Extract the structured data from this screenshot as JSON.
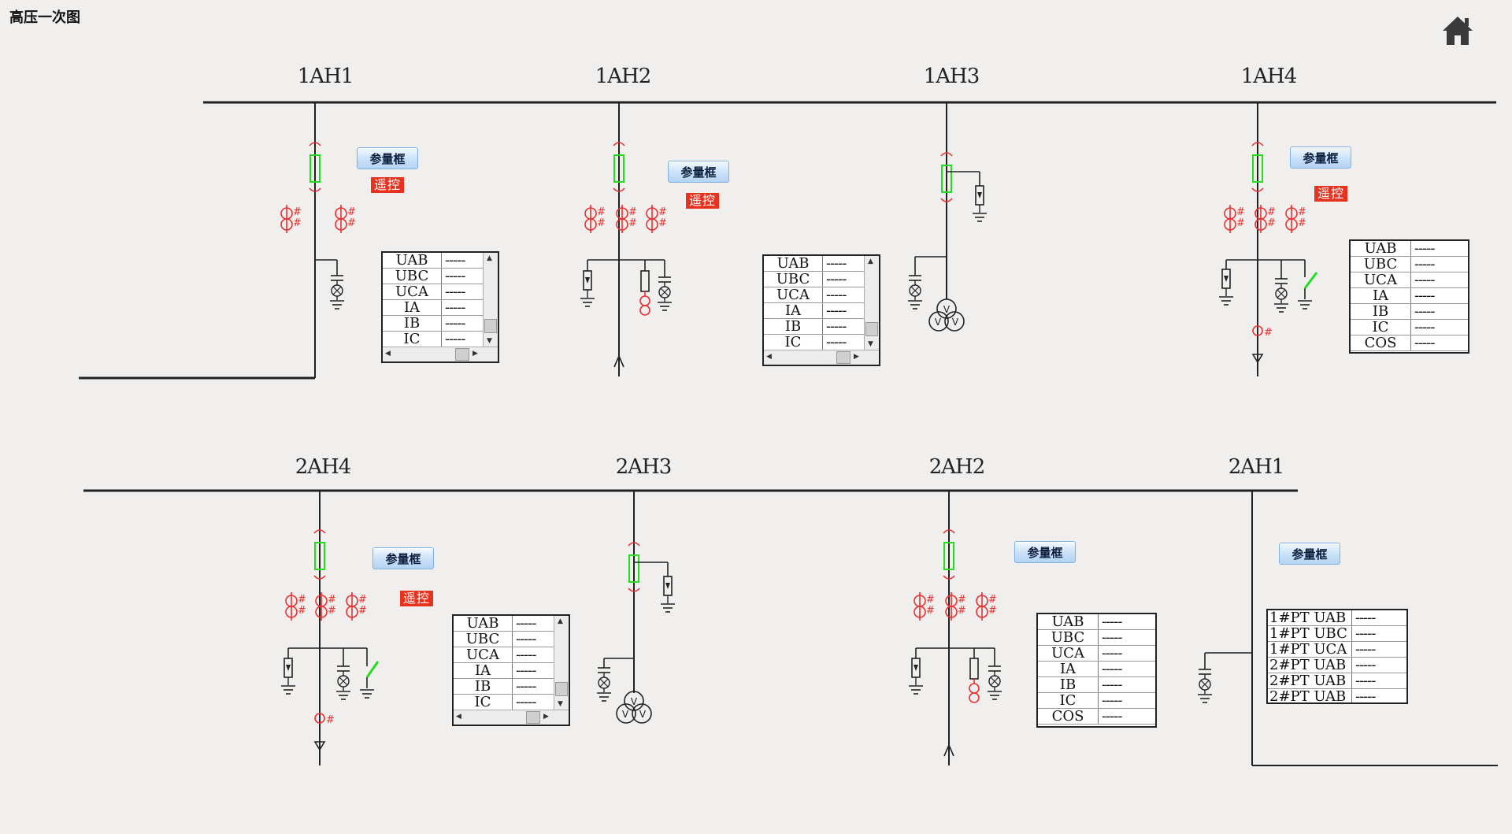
{
  "page": {
    "title": "高压一次图",
    "home_icon": "home-icon"
  },
  "buttons": {
    "param_label": "参量框",
    "remote_label": "遥控"
  },
  "panels": {
    "top": [
      "1AH1",
      "1AH2",
      "1AH3",
      "1AH4"
    ],
    "bottom": [
      "2AH4",
      "2AH3",
      "2AH2",
      "2AH1"
    ]
  },
  "tables": {
    "t1": {
      "rows": [
        {
          "k": "UAB",
          "v": "-----"
        },
        {
          "k": "UBC",
          "v": "-----"
        },
        {
          "k": "UCA",
          "v": "-----"
        },
        {
          "k": "IA",
          "v": "-----"
        },
        {
          "k": "IB",
          "v": "-----"
        },
        {
          "k": "IC",
          "v": "-----"
        }
      ]
    },
    "t2": {
      "rows": [
        {
          "k": "UAB",
          "v": "-----"
        },
        {
          "k": "UBC",
          "v": "-----"
        },
        {
          "k": "UCA",
          "v": "-----"
        },
        {
          "k": "IA",
          "v": "-----"
        },
        {
          "k": "IB",
          "v": "-----"
        },
        {
          "k": "IC",
          "v": "-----"
        }
      ]
    },
    "t3": {
      "rows": [
        {
          "k": "UAB",
          "v": "-----"
        },
        {
          "k": "UBC",
          "v": "-----"
        },
        {
          "k": "UCA",
          "v": "-----"
        },
        {
          "k": "IA",
          "v": "-----"
        },
        {
          "k": "IB",
          "v": "-----"
        },
        {
          "k": "IC",
          "v": "-----"
        },
        {
          "k": "COS",
          "v": "-----"
        }
      ]
    },
    "t4": {
      "rows": [
        {
          "k": "UAB",
          "v": "-----"
        },
        {
          "k": "UBC",
          "v": "-----"
        },
        {
          "k": "UCA",
          "v": "-----"
        },
        {
          "k": "IA",
          "v": "-----"
        },
        {
          "k": "IB",
          "v": "-----"
        },
        {
          "k": "IC",
          "v": "-----"
        }
      ]
    },
    "t5": {
      "rows": [
        {
          "k": "UAB",
          "v": "-----"
        },
        {
          "k": "UBC",
          "v": "-----"
        },
        {
          "k": "UCA",
          "v": "-----"
        },
        {
          "k": "IA",
          "v": "-----"
        },
        {
          "k": "IB",
          "v": "-----"
        },
        {
          "k": "IC",
          "v": "-----"
        },
        {
          "k": "COS",
          "v": "-----"
        }
      ]
    },
    "t6": {
      "rows": [
        {
          "k": "1#PT UAB",
          "v": "-----"
        },
        {
          "k": "1#PT UBC",
          "v": "-----"
        },
        {
          "k": "1#PT UCA",
          "v": "-----"
        },
        {
          "k": "2#PT UAB",
          "v": "-----"
        },
        {
          "k": "2#PT UAB",
          "v": "-----"
        },
        {
          "k": "2#PT UAB",
          "v": "-----"
        }
      ]
    }
  },
  "symbol_labels": {
    "ct": "#",
    "vt": "V"
  },
  "colors": {
    "line": "#222222",
    "breaker_green": "#22dd22",
    "red": "#e83030",
    "button_blue": "#c9e1f8"
  }
}
